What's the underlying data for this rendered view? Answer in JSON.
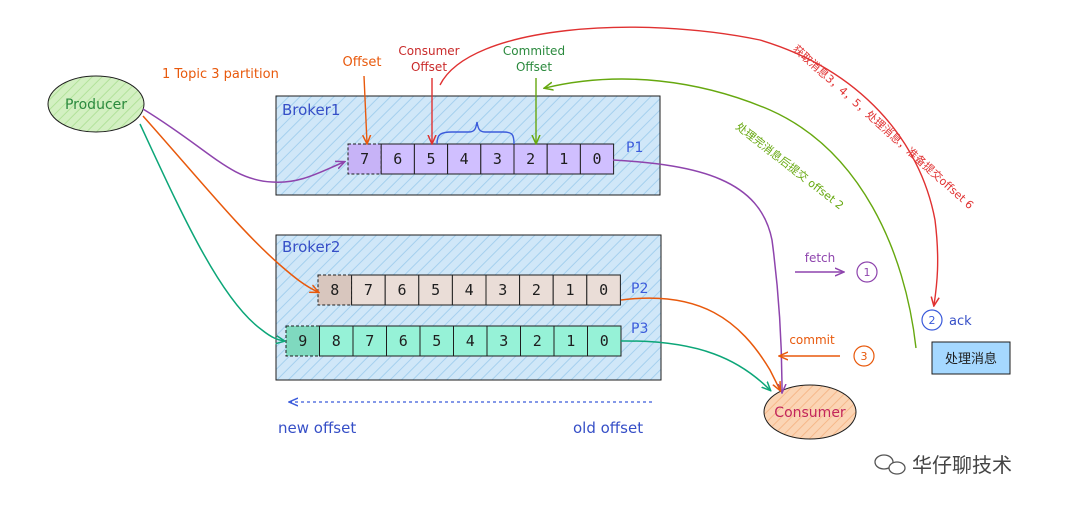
{
  "producer": "Producer",
  "consumer": "Consumer",
  "topic_note": "1 Topic 3 partition",
  "brokers": [
    {
      "name": "Broker1"
    },
    {
      "name": "Broker2"
    }
  ],
  "partitions": [
    {
      "name": "P1",
      "cells": [
        "7",
        "6",
        "5",
        "4",
        "3",
        "2",
        "1",
        "0"
      ]
    },
    {
      "name": "P2",
      "cells": [
        "8",
        "7",
        "6",
        "5",
        "4",
        "3",
        "2",
        "1",
        "0"
      ]
    },
    {
      "name": "P3",
      "cells": [
        "9",
        "8",
        "7",
        "6",
        "5",
        "4",
        "3",
        "2",
        "1",
        "0"
      ]
    }
  ],
  "labels": {
    "offset": "Offset",
    "consumer_offset_line1": "Consumer",
    "consumer_offset_line2": "Offset",
    "commited_offset_line1": "Commited",
    "commited_offset_line2": "Offset",
    "fetch": "fetch",
    "commit": "commit",
    "ack": "ack",
    "process_box": "处理消息",
    "new_offset": "new offset",
    "old_offset": "old offset",
    "red_note": "获取消息3，4，5，处理消息，准备提交offset 6",
    "green_note": "处理完消息后提交 offset 2",
    "step1": "1",
    "step2": "2",
    "step3": "3",
    "watermark": "华仔聊技术"
  },
  "colors": {
    "purple": "#8e44ad",
    "orange": "#e8590c",
    "teal": "#0ca678",
    "red": "#e03131",
    "green": "#66a80f",
    "blue": "#3b5bdb"
  }
}
